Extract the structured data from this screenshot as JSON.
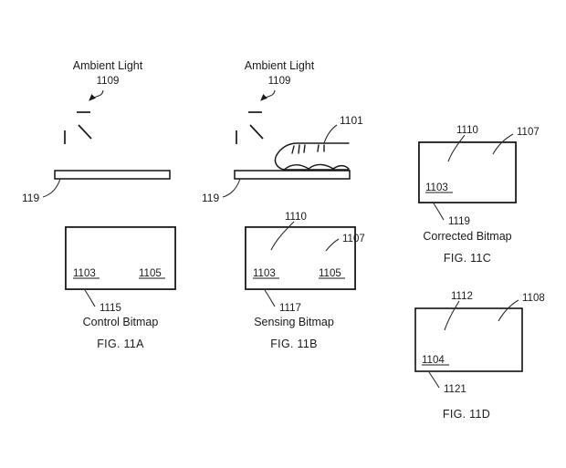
{
  "sheet": {
    "background_color": "#ffffff",
    "ink_color": "#1a1a1a",
    "hatch_color": "#8f8f8f",
    "marker_fill_color": "#8c8c8c"
  },
  "panels": {
    "fig_11a": {
      "fig_label": "FIG. 11A",
      "caption": "Control Bitmap",
      "ambient_light_title": "Ambient Light",
      "ambient_light_ref": "1109",
      "display_panel_ref": "119",
      "bitmap_ref": "1115",
      "region_left_ref": "1103",
      "region_right_ref": "1105"
    },
    "fig_11b": {
      "fig_label": "FIG. 11B",
      "caption": "Sensing Bitmap",
      "ambient_light_title": "Ambient Light",
      "ambient_light_ref": "1109",
      "finger_ref": "1101",
      "display_panel_ref": "119",
      "bitmap_ref": "1117",
      "touch_marker_ref": "1110",
      "shadow_region_ref": "1107",
      "region_left_ref": "1103",
      "region_right_ref": "1105"
    },
    "fig_11c": {
      "fig_label": "FIG. 11C",
      "caption": "Corrected Bitmap",
      "bitmap_ref": "1119",
      "touch_marker_ref": "1110",
      "shadow_region_ref": "1107",
      "region_ref": "1103"
    },
    "fig_11d": {
      "fig_label": "FIG. 11D",
      "caption": "",
      "bitmap_ref": "1121",
      "touch_marker_ref": "1112",
      "shadow_region_ref": "1108",
      "region_ref": "1104"
    }
  }
}
